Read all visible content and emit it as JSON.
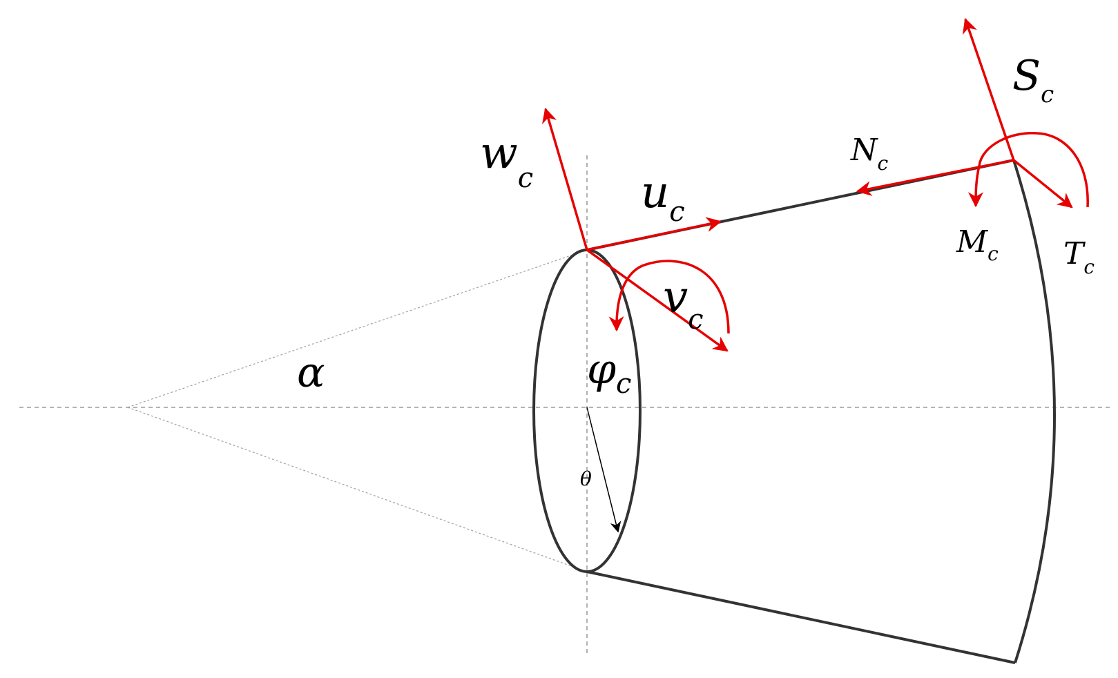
{
  "diagram": {
    "labels": {
      "w": {
        "main": "w",
        "sub": "c"
      },
      "u": {
        "main": "u",
        "sub": "c"
      },
      "v": {
        "main": "v",
        "sub": "c"
      },
      "phi": {
        "main": "φ",
        "sub": "c"
      },
      "alpha": {
        "main": "α"
      },
      "theta": {
        "main": "θ"
      },
      "N": {
        "main": "N",
        "sub": "c"
      },
      "S": {
        "main": "S",
        "sub": "c"
      },
      "M": {
        "main": "M",
        "sub": "c"
      },
      "T": {
        "main": "T",
        "sub": "c"
      }
    },
    "colors": {
      "outline": "#333333",
      "vector": "#e60000",
      "construction": "#999999",
      "theta_arrow": "#000000"
    }
  }
}
